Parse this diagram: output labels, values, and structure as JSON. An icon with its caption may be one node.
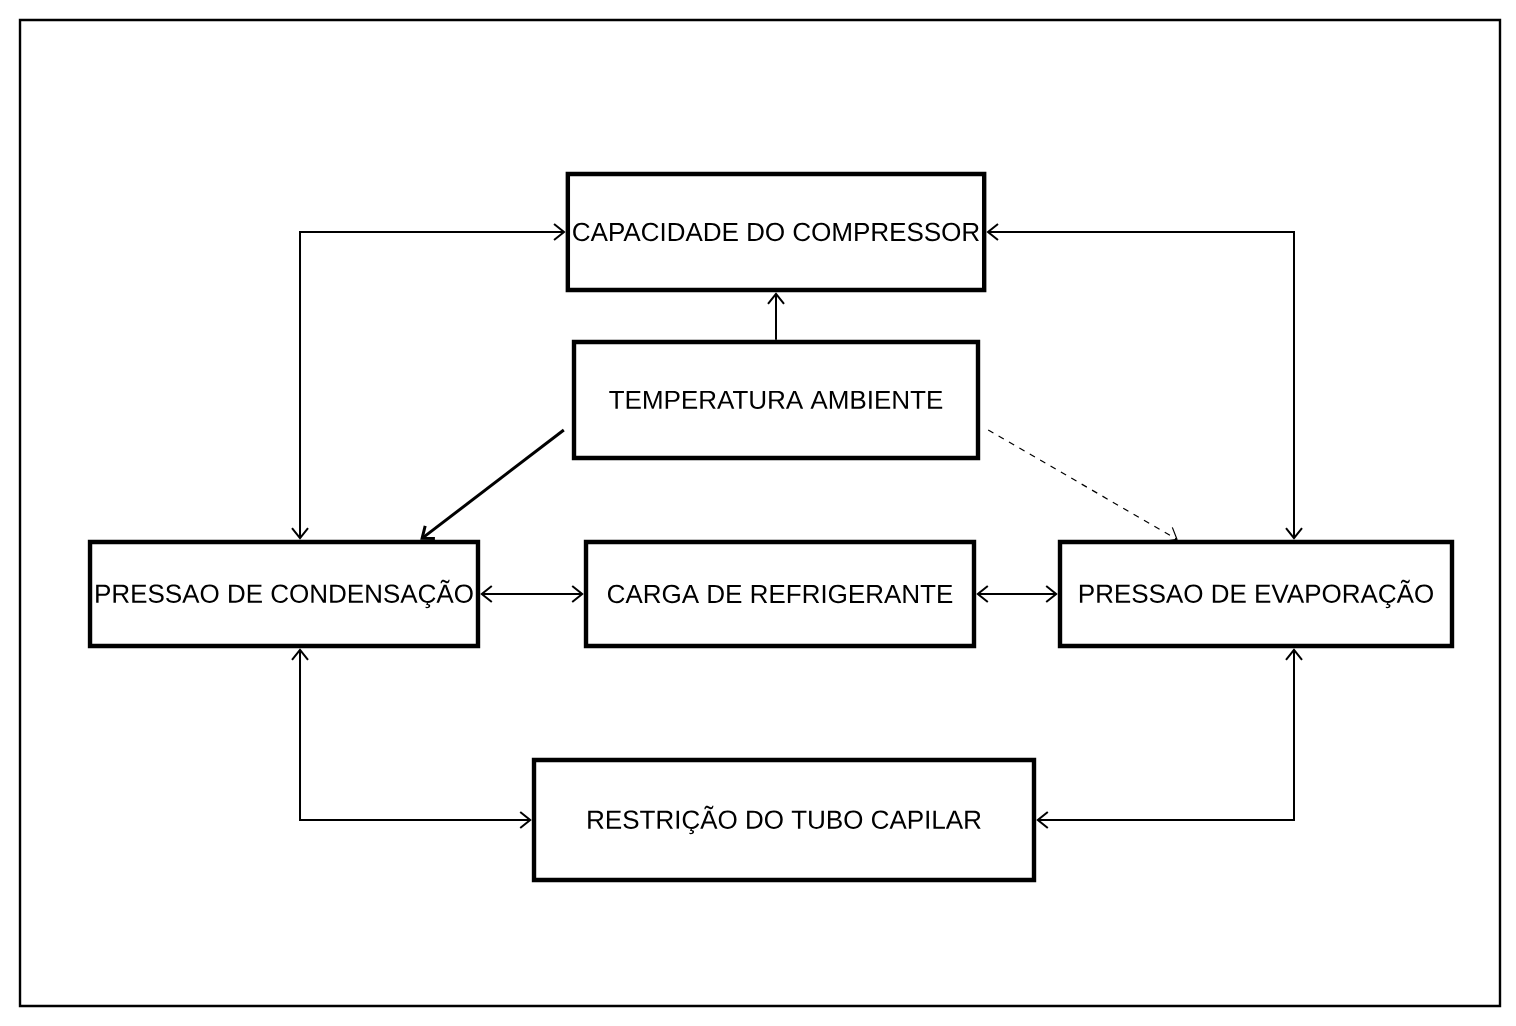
{
  "diagram": {
    "nodes": [
      {
        "text": [
          "CAPACIDADE DO COMPRESSOR"
        ]
      },
      {
        "text": [
          "TEMPERATURA AMBIENTE"
        ]
      },
      {
        "text": [
          "PRESSAO DE CONDENSAÇÃO"
        ]
      },
      {
        "text": [
          "CARGA DE REFRIGERANTE"
        ]
      },
      {
        "text": [
          "PRESSAO DE EVAPORAÇÃO"
        ]
      },
      {
        "text": [
          "RESTRIÇÃO DO TUBO CAPILAR"
        ]
      }
    ],
    "edges": [
      {
        "from": 1,
        "to": 0,
        "arrow": "to"
      },
      {
        "from": 2,
        "to": 0,
        "arrow": "both"
      },
      {
        "from": 4,
        "to": 0,
        "arrow": "both"
      },
      {
        "from": 1,
        "to": 2,
        "arrow": "to"
      },
      {
        "from": 1,
        "to": 4,
        "arrow": "to",
        "style": "dashed"
      },
      {
        "from": 2,
        "to": 3,
        "arrow": "both"
      },
      {
        "from": 3,
        "to": 4,
        "arrow": "both"
      },
      {
        "from": 2,
        "to": 5,
        "arrow": "both"
      },
      {
        "from": 4,
        "to": 5,
        "arrow": "both"
      }
    ]
  }
}
